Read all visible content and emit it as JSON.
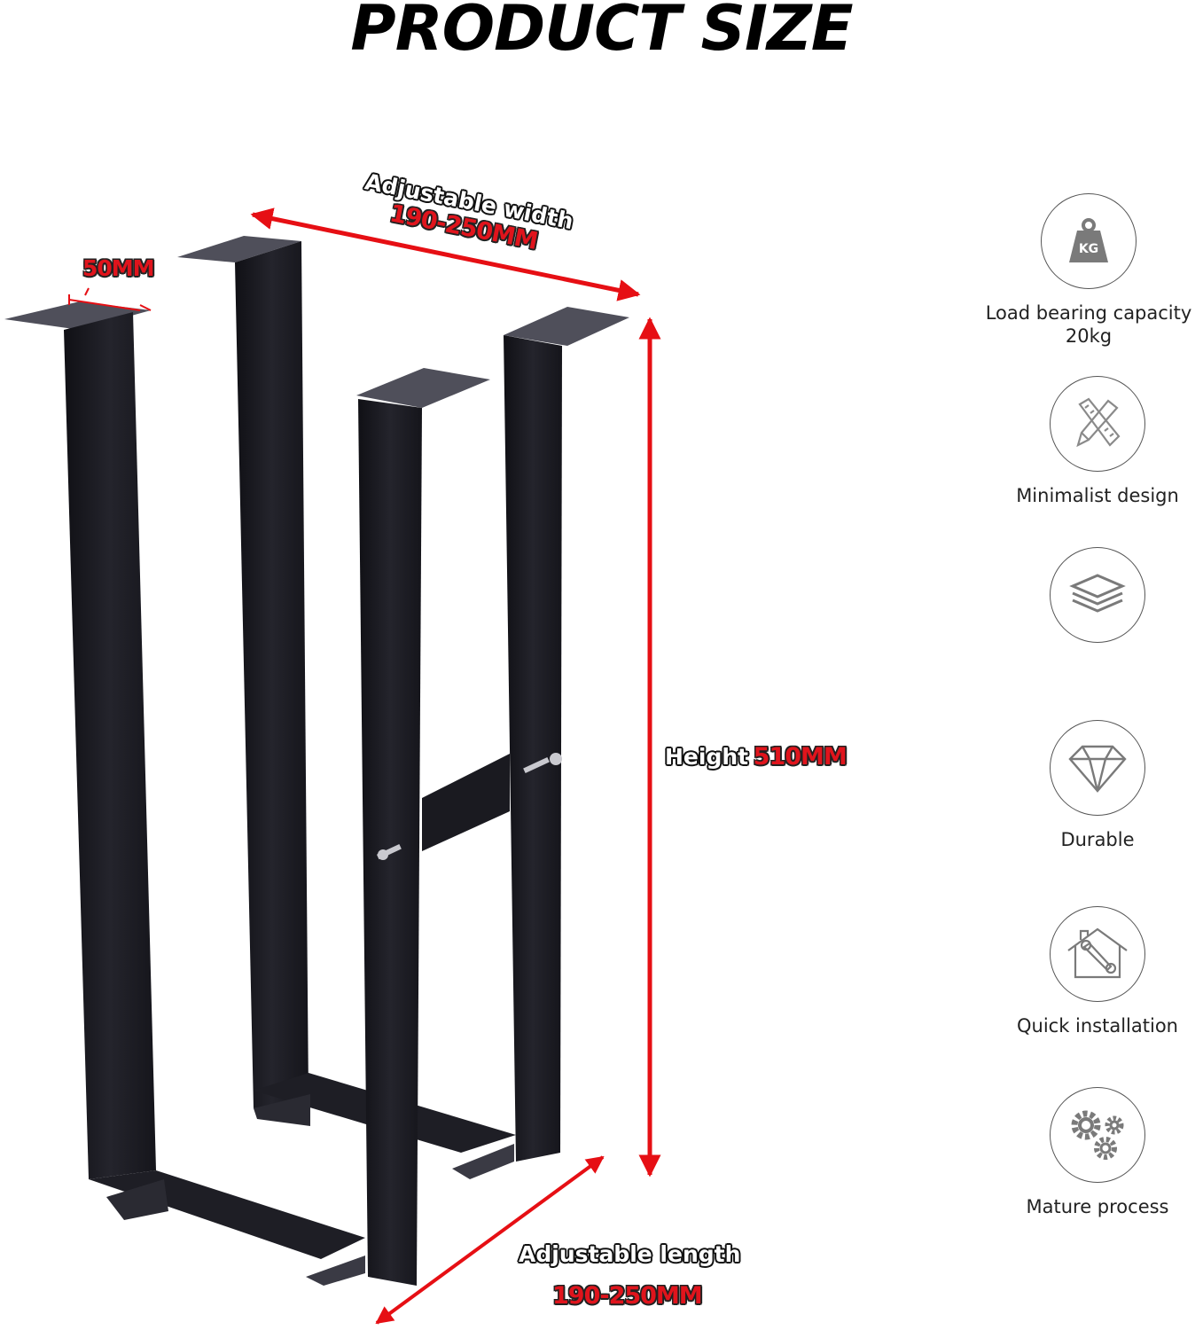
{
  "header": {
    "title": "PRODUCT SIZE"
  },
  "dimensions": {
    "width": {
      "label": "Adjustable width",
      "value": "190-250MM"
    },
    "plate": {
      "value": "50MM"
    },
    "height": {
      "label": "Height",
      "value": "510MM"
    },
    "length": {
      "label": "Adjustable length",
      "value": "190-250MM"
    }
  },
  "features": [
    {
      "icon": "weight-kg-icon",
      "icon_text": "KG",
      "label": "Load bearing capacity",
      "sublabel": "20kg"
    },
    {
      "icon": "pencil-ruler-icon",
      "label": "Minimalist design"
    },
    {
      "icon": "layers-icon",
      "label": ""
    },
    {
      "icon": "diamond-icon",
      "label": "Durable"
    },
    {
      "icon": "house-wrench-icon",
      "label": "Quick installation"
    },
    {
      "icon": "gears-icon",
      "label": "Mature process"
    }
  ],
  "colors": {
    "arrow_red": "#e60f14",
    "leg_black": "#1b1b22",
    "plate_gray": "#4a4a55",
    "icon_gray": "#7a7a7a"
  }
}
